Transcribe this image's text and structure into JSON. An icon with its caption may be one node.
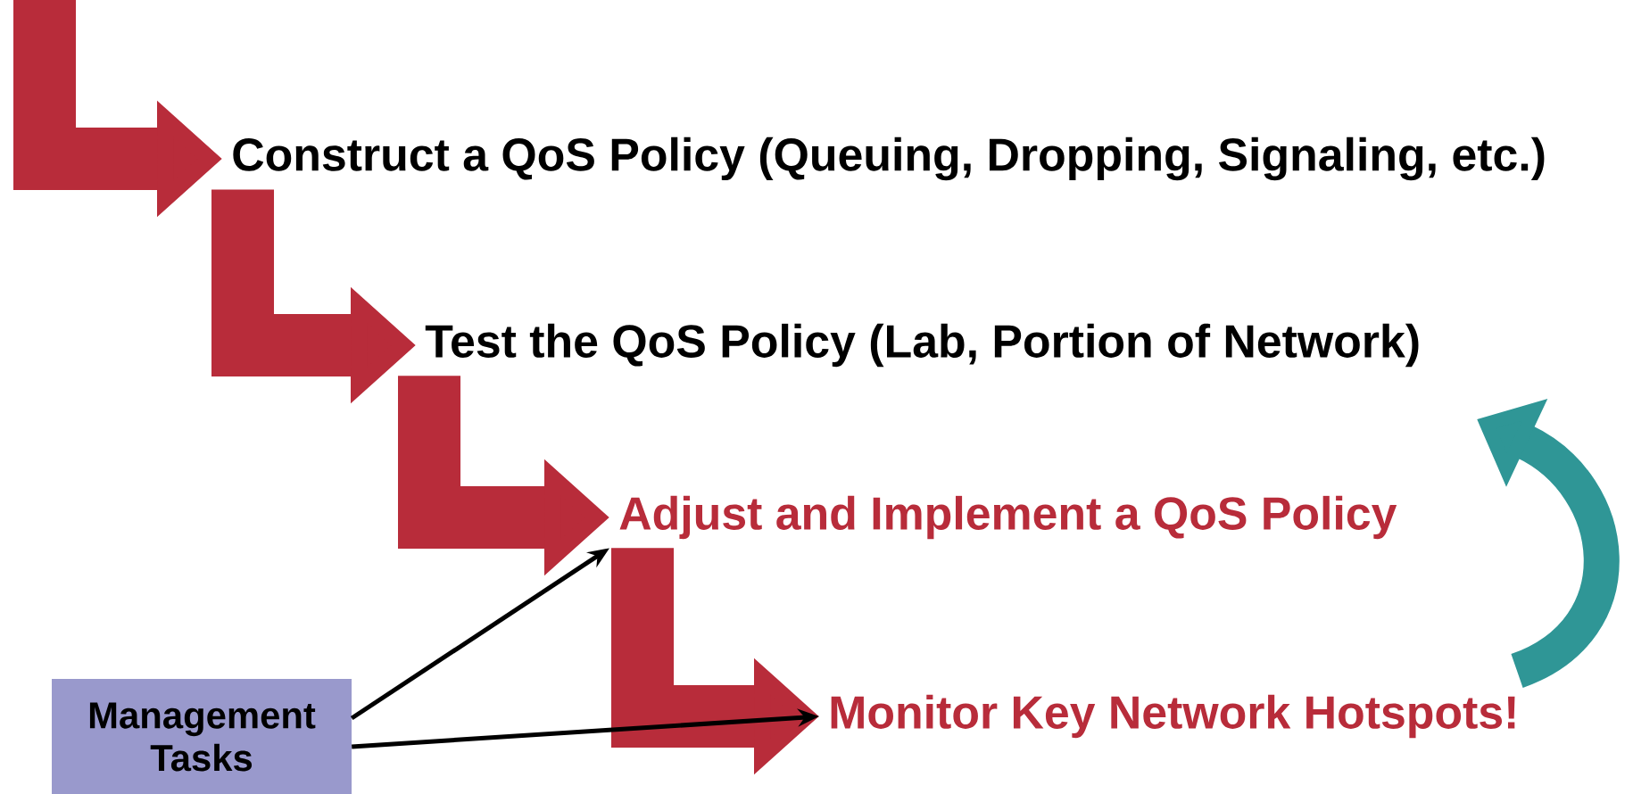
{
  "diagram": {
    "nodes": [
      {
        "text": [
          "Construct a QoS Policy (Queuing, Dropping, Signaling, etc.)"
        ]
      },
      {
        "text": [
          "Test the QoS Policy (Lab, Portion of Network)"
        ]
      },
      {
        "text": [
          "Adjust and Implement a QoS Policy"
        ]
      },
      {
        "text": [
          "Monitor Key Network Hotspots!"
        ]
      },
      {
        "text": [
          "Management Tasks"
        ]
      }
    ],
    "edges": [
      {
        "from": null,
        "to": 0,
        "arrow": "to"
      },
      {
        "from": 0,
        "to": 1,
        "arrow": "to"
      },
      {
        "from": 1,
        "to": 2,
        "arrow": "to"
      },
      {
        "from": 2,
        "to": 3,
        "arrow": "to"
      },
      {
        "from": 4,
        "to": 2,
        "arrow": "to",
        "color": "#000000"
      },
      {
        "from": 4,
        "to": 3,
        "arrow": "to",
        "color": "#000000"
      }
    ]
  }
}
